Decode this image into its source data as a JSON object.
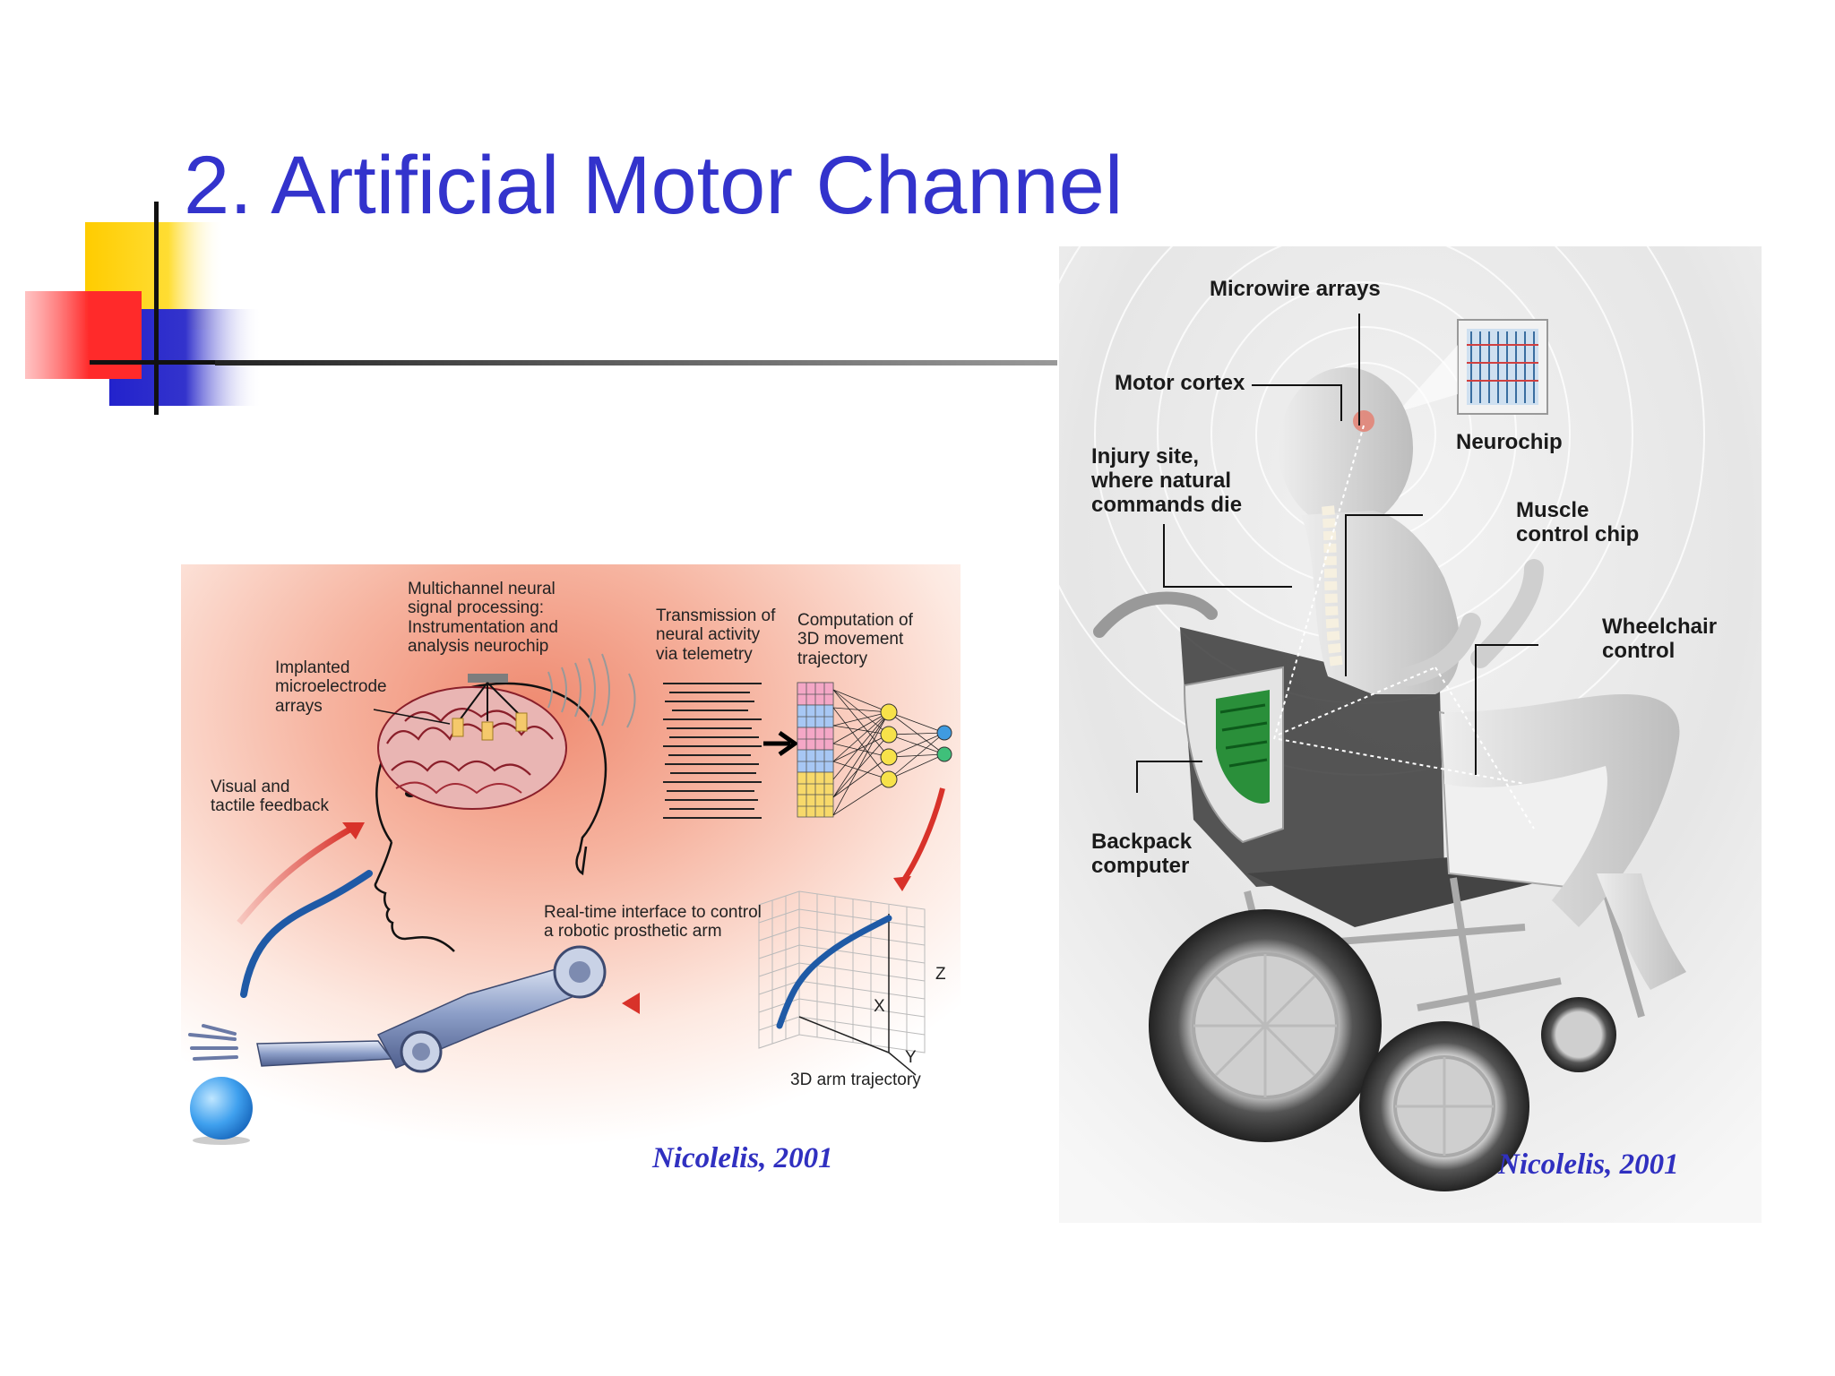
{
  "slide": {
    "title": "2. Artificial Motor Channel"
  },
  "colors": {
    "title": "#3333cc",
    "accent_yellow": "#ffcc00",
    "accent_red": "#ff3333",
    "accent_blue": "#3333cc",
    "citation": "#3030c0"
  },
  "left_figure": {
    "labels": {
      "neurochip": "Multichannel neural\nsignal processing:\nInstrumentation and\nanalysis neurochip",
      "transmission": "Transmission of\nneural activity\nvia telemetry",
      "computation": "Computation of\n3D movement\ntrajectory",
      "microelectrode": "Implanted\nmicroelectrode\narrays",
      "feedback": "Visual and\ntactile feedback",
      "realtime": "Real-time interface to control\na robotic prosthetic arm",
      "axis_z": "Z",
      "axis_x": "X",
      "axis_y": "Y",
      "trajectory": "3D arm trajectory"
    },
    "citation": "Nicolelis, 2001"
  },
  "right_figure": {
    "labels": {
      "microwire": "Microwire arrays",
      "motor_cortex": "Motor cortex",
      "neurochip": "Neurochip",
      "injury": "Injury site,\nwhere natural\ncommands die",
      "muscle": "Muscle\ncontrol chip",
      "wheelchair": "Wheelchair\ncontrol",
      "backpack": "Backpack\ncomputer"
    },
    "citation": "Nicolelis, 2001"
  }
}
